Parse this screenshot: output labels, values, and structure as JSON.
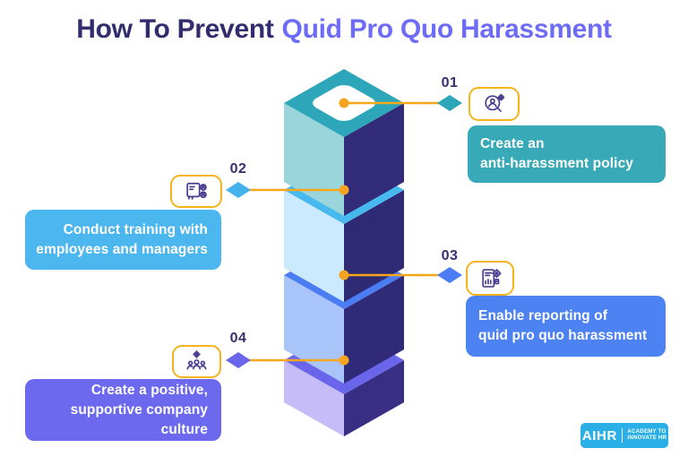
{
  "title": {
    "prefix": "How To Prevent",
    "highlight": "Quid Pro Quo Harassment"
  },
  "palette": {
    "title_dark": "#322D6E",
    "title_accent": "#6E6CF6",
    "number_color": "#35306F",
    "connector_line": "#F5A81C",
    "connector_dot": "#F6A41F",
    "icon_box_border": "#F7B31C",
    "icon_stroke": "#4A3D8F",
    "inset_white": "#FFFFFF",
    "background": "#FFFFFF"
  },
  "steps": [
    {
      "number": "01",
      "line1": "Create an",
      "line2": "anti-harassment policy",
      "card_color": "#38A9B7",
      "diamond_color": "#2CA6B8",
      "icon": "anti-harassment-policy-icon"
    },
    {
      "number": "02",
      "line1": "Conduct training with",
      "line2": "employees and managers",
      "card_color": "#4CB6EE",
      "diamond_color": "#45B2EC",
      "icon": "training-presentation-icon"
    },
    {
      "number": "03",
      "line1": "Enable reporting of",
      "line2": "quid pro quo harassment",
      "card_color": "#4C82F1",
      "diamond_color": "#4A7DF3",
      "icon": "report-document-icon"
    },
    {
      "number": "04",
      "line1": "Create a positive,",
      "line2": "supportive company culture",
      "card_color": "#6C69EF",
      "diamond_color": "#6A66EB",
      "icon": "team-culture-icon"
    }
  ],
  "stack": {
    "boxes": [
      {
        "label": "step-1-box",
        "top": "#2CA6B8",
        "left": "#9AD5DB",
        "right": "#322B79"
      },
      {
        "label": "step-2-box",
        "top": "#47B9EF",
        "left": "#CBEAFE",
        "right": "#2F2A74"
      },
      {
        "label": "step-3-box",
        "top": "#4A7DF3",
        "left": "#A9C4F8",
        "right": "#312A78"
      },
      {
        "label": "step-4-box",
        "top": "#6A66EB",
        "left": "#C6BCF8",
        "right": "#382E84"
      }
    ]
  },
  "logo": {
    "brand": "AIHR",
    "tagline_line1": "ACADEMY TO",
    "tagline_line2": "INNOVATE HR",
    "bg_color": "#2AAFE6"
  }
}
